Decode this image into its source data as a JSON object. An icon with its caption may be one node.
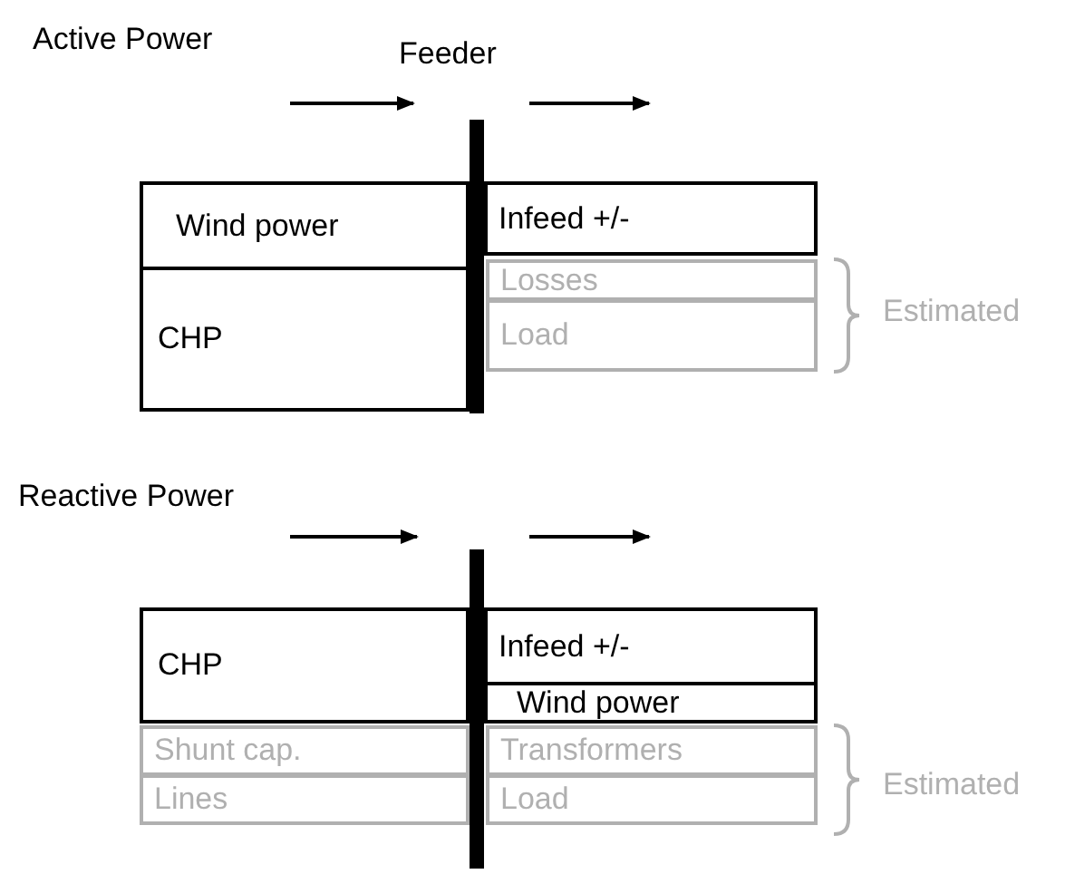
{
  "diagram": {
    "nodes": [
      {
        "text": [
          "Wind power"
        ]
      },
      {
        "text": [
          "CHP"
        ]
      },
      {
        "text": [
          "Infeed +/-"
        ]
      },
      {
        "text": [
          "Losses"
        ]
      },
      {
        "text": [
          "Load"
        ]
      },
      {
        "text": [
          "CHP"
        ]
      },
      {
        "text": [
          "Infeed +/-"
        ]
      },
      {
        "text": [
          "Wind power"
        ]
      },
      {
        "text": [
          "Shunt cap."
        ]
      },
      {
        "text": [
          "Transformers"
        ]
      },
      {
        "text": [
          "Lines"
        ]
      },
      {
        "text": [
          "Load"
        ]
      }
    ],
    "labels": [
      "Active Power",
      "Feeder",
      "Estimated",
      "Reactive Power",
      "Estimated"
    ]
  }
}
